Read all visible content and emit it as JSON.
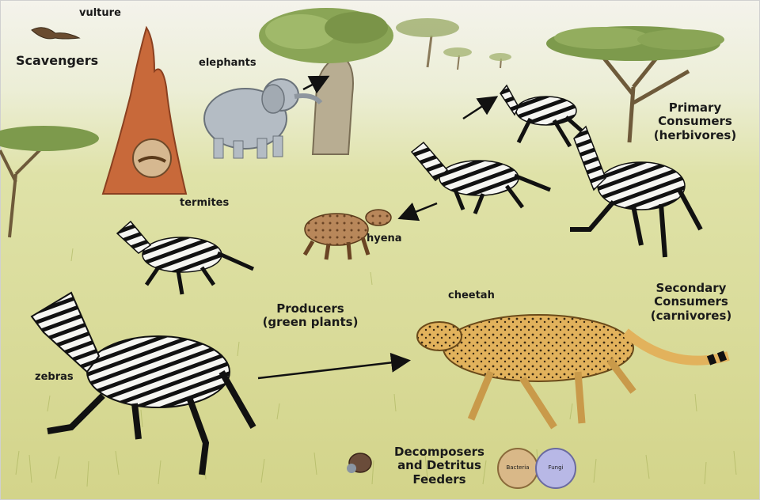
{
  "colors": {
    "sky": "#f2f2ea",
    "grass": "#d9dc9a",
    "grass_dark": "#b8c070",
    "mound": "#c8693a",
    "arrow": "#111111"
  },
  "labels": {
    "vulture": "vulture",
    "scavengers": "Scavengers",
    "elephants": "elephants",
    "termites": "termites",
    "hyena": "hyena",
    "primary_line1": "Primary",
    "primary_line2": "Consumers",
    "primary_line3": "(herbivores)",
    "producers_line1": "Producers",
    "producers_line2": "(green plants)",
    "cheetah": "cheetah",
    "secondary_line1": "Secondary",
    "secondary_line2": "Consumers",
    "secondary_line3": "(carnivores)",
    "zebras": "zebras",
    "decomposers_line1": "Decomposers",
    "decomposers_line2": "and Detritus",
    "decomposers_line3": "Feeders",
    "bacteria": "Bacteria",
    "fungi": "Fungi"
  }
}
